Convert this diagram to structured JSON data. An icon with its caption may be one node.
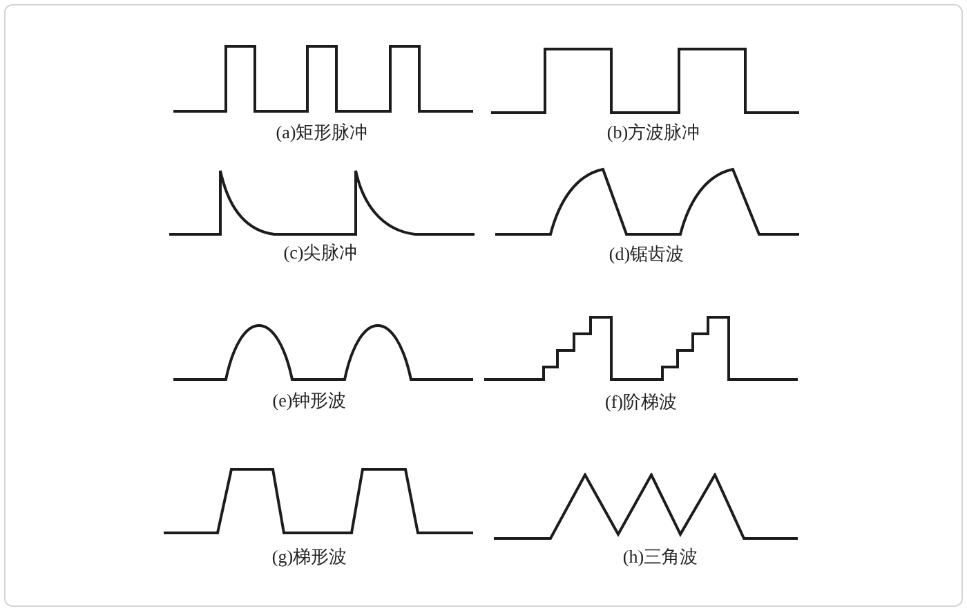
{
  "diagram": {
    "labels": [
      "(a)矩形脉冲",
      "(b)方波脉冲",
      "(c)尖脉冲",
      "(d)锯齿波",
      "(e)钟形波",
      "(f)阶梯波",
      "(g)梯形波",
      "(h)三角波"
    ]
  }
}
